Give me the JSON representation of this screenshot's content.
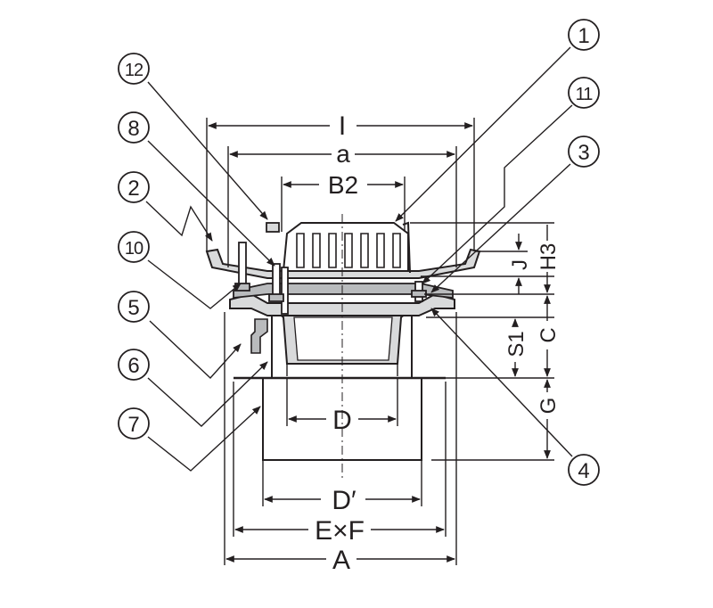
{
  "callouts": [
    {
      "id": "c1",
      "label": "1"
    },
    {
      "id": "c11",
      "label": "11"
    },
    {
      "id": "c3",
      "label": "3"
    },
    {
      "id": "c4",
      "label": "4"
    },
    {
      "id": "c12",
      "label": "12"
    },
    {
      "id": "c8",
      "label": "8"
    },
    {
      "id": "c2",
      "label": "2"
    },
    {
      "id": "c10",
      "label": "10"
    },
    {
      "id": "c5",
      "label": "5"
    },
    {
      "id": "c6",
      "label": "6"
    },
    {
      "id": "c7",
      "label": "7"
    }
  ],
  "dimensions": {
    "I": "I",
    "a": "a",
    "B2": "B2",
    "D": "D",
    "D_prime": "D′",
    "ExF": "E×F",
    "A": "A",
    "J": "J",
    "H3": "H3",
    "S1": "S1",
    "C": "C",
    "G": "G"
  },
  "colors": {
    "line": "#231f20",
    "fill_light": "#d9dadb",
    "fill_mid": "#b9bbbd",
    "background": "#ffffff"
  }
}
